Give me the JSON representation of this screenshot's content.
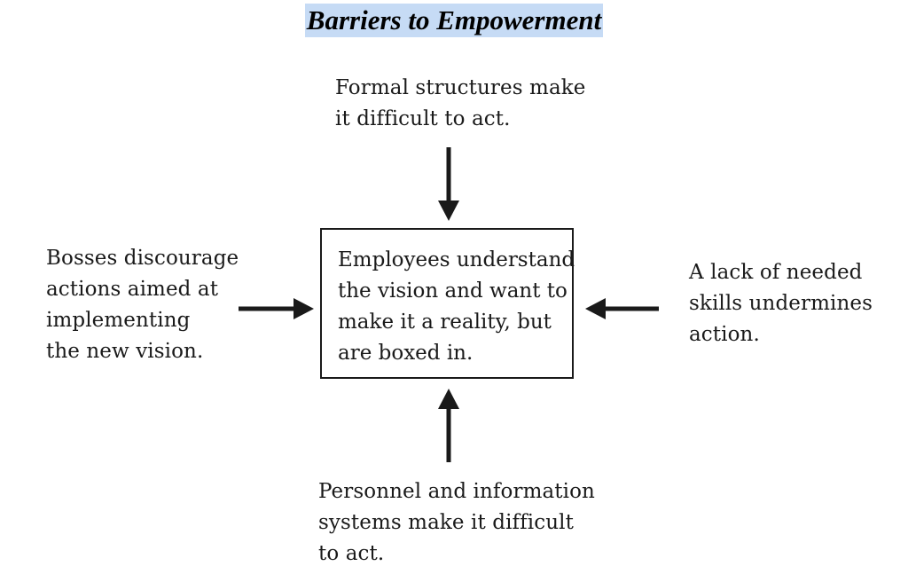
{
  "title": "Barriers to Empowerment",
  "center": {
    "lines": [
      "Employees understand",
      "the vision and want to",
      "make it a reality, but",
      "are boxed in."
    ]
  },
  "barriers": {
    "top": {
      "lines": [
        "Formal structures make",
        "it difficult to act."
      ]
    },
    "left": {
      "lines": [
        "Bosses discourage",
        "actions aimed at",
        "implementing",
        "the new vision."
      ]
    },
    "right": {
      "lines": [
        "A lack of needed",
        "skills undermines",
        "action."
      ]
    },
    "bottom": {
      "lines": [
        "Personnel and information",
        "systems make it difficult",
        "to act."
      ]
    }
  },
  "colors": {
    "title_highlight": "#c6dbf5",
    "ink": "#1a1a1a"
  }
}
